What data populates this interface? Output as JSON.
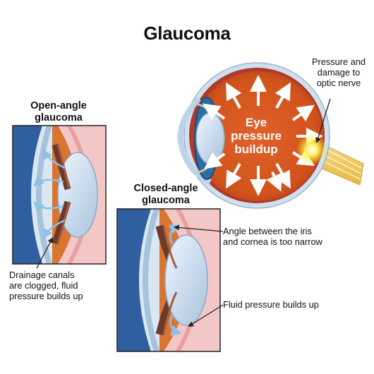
{
  "title": "Glaucoma",
  "open_angle": {
    "heading": "Open-angle\nglaucoma",
    "note": "Drainage canals\nare clogged, fluid\npressure builds up"
  },
  "closed_angle": {
    "heading": "Closed-angle\nglaucoma",
    "angle_note": "Angle between the iris\nand cornea is too narrow",
    "fluid_note": "Fluid pressure builds up"
  },
  "eye": {
    "center_label": "Eye\npressure\nbuildup",
    "nerve_note": "Pressure and\ndamage to\noptic nerve"
  },
  "colors": {
    "vitreous": "#d4541a",
    "sclera": "#cfe0ee",
    "inset_blue": "#2f5f9e",
    "inset_orange": "#d9752e",
    "arrow_white": "#ffffff",
    "fluid_arrow": "#8ec1e8",
    "nerve_glow": "#ffe600"
  }
}
